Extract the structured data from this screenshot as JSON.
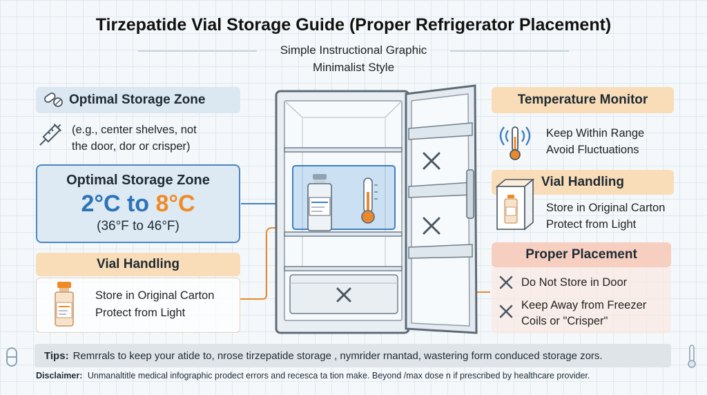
{
  "title": "Tirzepatide Vial Storage Guide (Proper Refrigerator Placement)",
  "subtitle": [
    "Simple Instructional Graphic",
    "Minimalist Style"
  ],
  "left": {
    "optimal_zone_header": "Optimal Storage Zone",
    "optimal_zone_note": [
      "(e.g., center shelves, not",
      "the door, dor or crisper)"
    ],
    "zone_box": {
      "title": "Optimal Storage Zone",
      "temp_low": "2°C",
      "temp_to": "to",
      "temp_high": "8°C",
      "temp_f": "(36°F to 46°F)"
    },
    "vial_handling": {
      "header": "Vial Handling",
      "lines": [
        "Store in Original Carton",
        "Protect from Light"
      ]
    }
  },
  "right": {
    "temperature_monitor": {
      "header": "Temperature Monitor",
      "lines": [
        "Keep Within Range",
        "Avoid Fluctuations"
      ]
    },
    "vial_handling": {
      "header": "Vial Handling",
      "lines": [
        "Store in Original Carton",
        "Protect from Light"
      ]
    },
    "proper_placement": {
      "header": "Proper Placement",
      "items": [
        "Do Not Store in Door",
        "Keep Away from Freezer",
        "Coils or \"Crisper\""
      ]
    }
  },
  "tips": {
    "label": "Tips:",
    "text": "Remrrals to keep your atide to, nrose tirzepatide storage , nymrider rnantad, wastering form conduced storage zors."
  },
  "disclaimer": {
    "label": "Disclaimer:",
    "text": "Unmanaltitle medical infographic prodect errors and recesca ta tion make. Beyond /max dose n if prescribed by healthcare provider."
  },
  "colors": {
    "accent_blue": "#2c73b8",
    "accent_orange": "#f08a24",
    "line_orange": "#e8892e",
    "line_blue": "#3e7fbf",
    "x_mark": "#4a5661"
  },
  "icons": [
    "pill-icon",
    "syringe-icon",
    "vial-icon",
    "thermometer-icon",
    "signal-thermometer-icon",
    "carton-vial-icon",
    "x-icon"
  ]
}
